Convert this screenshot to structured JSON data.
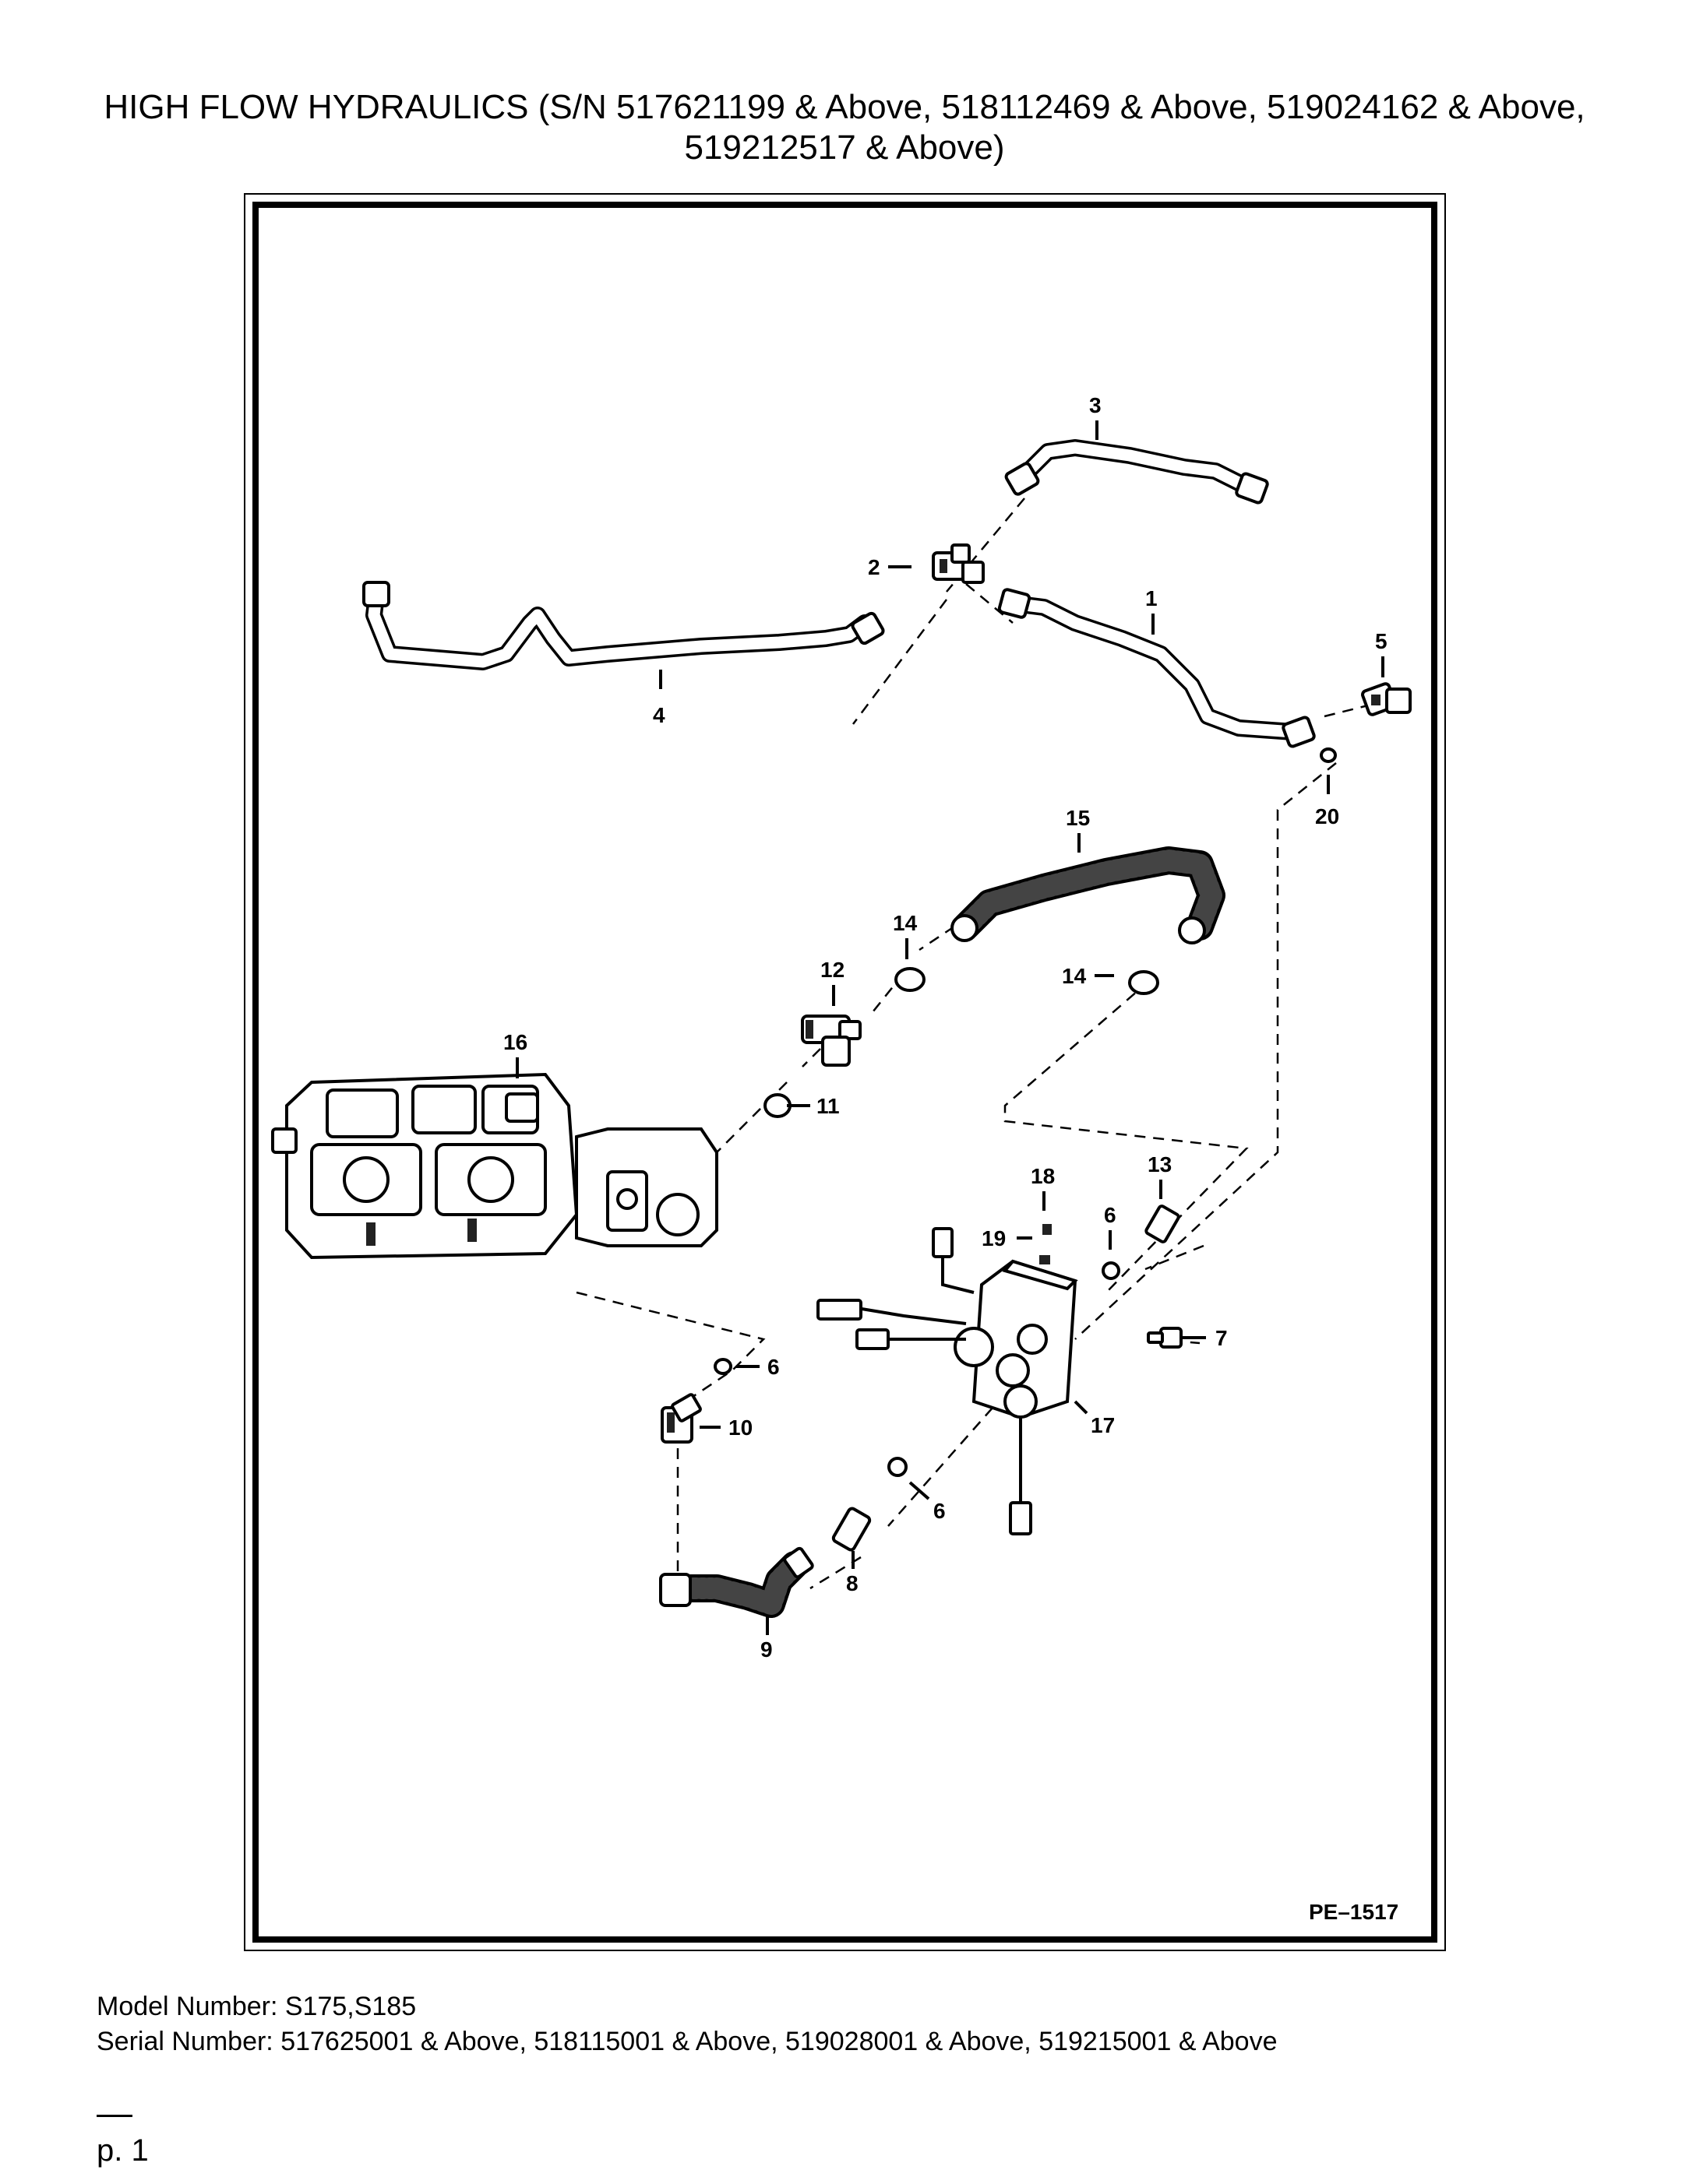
{
  "header": {
    "title_line1": "HIGH FLOW HYDRAULICS (S/N 517621199 & Above, 518112469 & Above, 519024162 & Above,",
    "title_line2": "519212517 & Above)"
  },
  "diagram": {
    "reference_code": "PE–1517",
    "callouts": {
      "c1": "1",
      "c2": "2",
      "c3": "3",
      "c4": "4",
      "c5": "5",
      "c6a": "6",
      "c6b": "6",
      "c6c": "6",
      "c7": "7",
      "c8": "8",
      "c9": "9",
      "c10": "10",
      "c11": "11",
      "c12": "12",
      "c13": "13",
      "c14a": "14",
      "c14b": "14",
      "c15": "15",
      "c16": "16",
      "c17": "17",
      "c18": "18",
      "c19": "19",
      "c20": "20"
    }
  },
  "footer": {
    "model_number": "Model Number: S175,S185",
    "serial_number": "Serial Number: 517625001 & Above, 518115001 & Above, 519028001 & Above, 519215001 & Above",
    "page": "p. 1"
  }
}
